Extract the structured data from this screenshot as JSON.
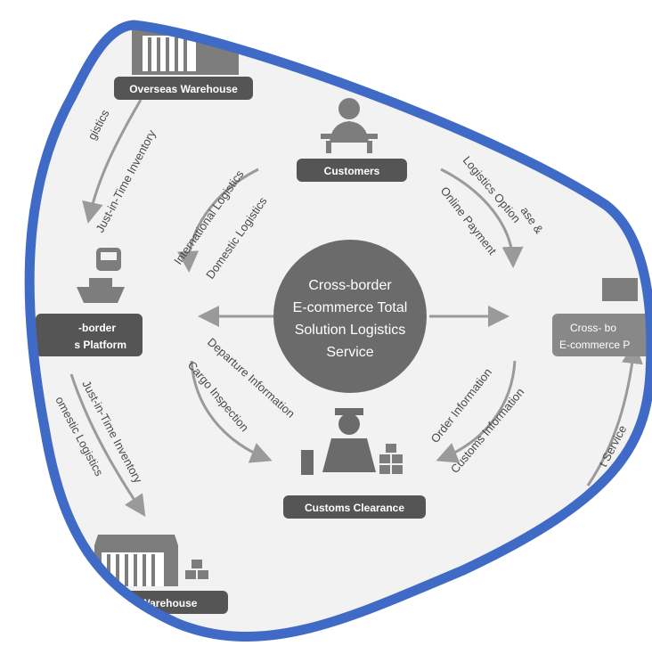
{
  "center": {
    "line1": "Cross-border",
    "line2": "E-commerce Total",
    "line3": "Solution Logistics",
    "line4": "Service"
  },
  "nodes": {
    "overseas_warehouse": "Overseas Warehouse",
    "customers": "Customers",
    "platform_left_line1": "-border",
    "platform_left_line2": "s Platform",
    "platform_right_line1": "Cross- bo",
    "platform_right_line2": "E-commerce P",
    "customs_clearance": "Customs Clearance",
    "inland_warehouse": "Inland Warehouse"
  },
  "flows": {
    "top_left_logistics": "gistics",
    "just_in_time_top": "Just-in-Time Inventory",
    "international_logistics": "International Logistics",
    "domestic_logistics": "Domestic Logistics",
    "logistics_option": "Logistics Option",
    "online_payment": "Online Payment",
    "ase": "ase &",
    "departure_information": "Departure Information",
    "cargo_inspection": "Cargo Inspection",
    "order_information": "Order Information",
    "customs_information": "Customs Information",
    "just_in_time_bottom": "Just-in-Time Inventory",
    "domestic_logistics_bottom": "omestic Logistics",
    "service_right": "t Service"
  },
  "colors": {
    "frame_blue": "#3f6bc6",
    "node_fill": "#555555",
    "center_fill": "#6b6b6b",
    "arrow": "#9a9a9a"
  }
}
